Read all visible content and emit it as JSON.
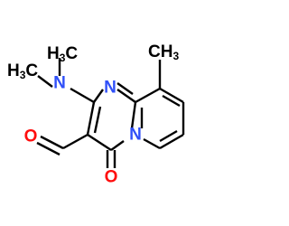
{
  "molecule": {
    "atoms": {
      "n_dimethylamino": {
        "label": "N"
      },
      "n_ring_upper": {
        "label": "N"
      },
      "n_ring_lower": {
        "label": "N"
      },
      "o_aldehyde": {
        "label": "O"
      },
      "o_carbonyl": {
        "label": "O"
      },
      "methyl_upper_left": {
        "main": "H",
        "sub": "3",
        "suffix": "C"
      },
      "methyl_lower_left": {
        "main": "H",
        "sub": "3",
        "suffix": "C"
      },
      "methyl_top_right": {
        "main": "CH",
        "sub": "3"
      }
    },
    "colors": {
      "carbon": "#000000",
      "nitrogen": "#3050f8",
      "oxygen": "#ff0d0d"
    }
  }
}
